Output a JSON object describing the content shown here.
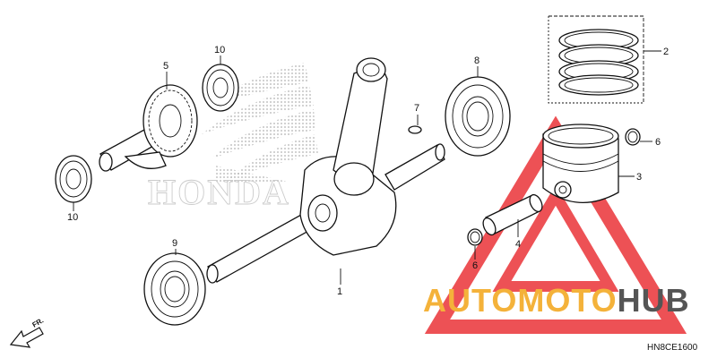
{
  "diagram": {
    "watermark_text": "HONDA",
    "brand_overlay": {
      "part1": "AUTOMOTO",
      "part2": "HUB",
      "color1": "#f4b23a",
      "color2": "#555555",
      "triangle_color": "#e8252b"
    },
    "diagram_code": "HN8CE1600",
    "direction_label": "FR."
  },
  "callouts": [
    {
      "id": "crankshaft",
      "number": "1"
    },
    {
      "id": "piston-rings",
      "number": "2"
    },
    {
      "id": "piston",
      "number": "3"
    },
    {
      "id": "piston-pin",
      "number": "4"
    },
    {
      "id": "balancer-shaft",
      "number": "5"
    },
    {
      "id": "pin-clip-right",
      "number": "6"
    },
    {
      "id": "pin-clip-left",
      "number": "6"
    },
    {
      "id": "woodruff-key",
      "number": "7"
    },
    {
      "id": "bearing-right",
      "number": "8"
    },
    {
      "id": "bearing-left",
      "number": "9"
    },
    {
      "id": "balancer-bearing-top",
      "number": "10"
    },
    {
      "id": "balancer-bearing-bottom",
      "number": "10"
    }
  ]
}
